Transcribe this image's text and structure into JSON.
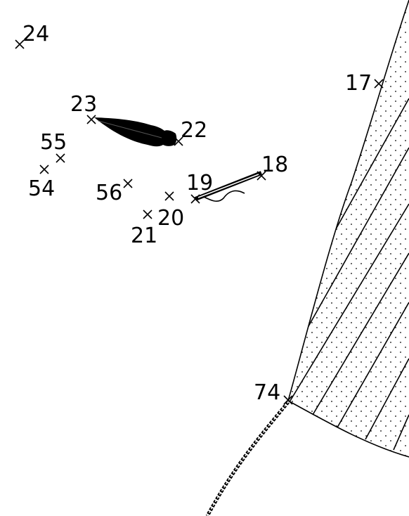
{
  "points": [
    {
      "id": "24",
      "label": "24"
    },
    {
      "id": "23",
      "label": "23"
    },
    {
      "id": "22",
      "label": "22"
    },
    {
      "id": "55",
      "label": "55"
    },
    {
      "id": "54",
      "label": "54"
    },
    {
      "id": "56",
      "label": "56"
    },
    {
      "id": "19",
      "label": "19"
    },
    {
      "id": "18",
      "label": "18"
    },
    {
      "id": "20",
      "label": "20"
    },
    {
      "id": "21",
      "label": "21"
    },
    {
      "id": "17",
      "label": "17"
    },
    {
      "id": "74",
      "label": "74"
    }
  ],
  "colors": {
    "ink": "#000000",
    "background": "#ffffff"
  }
}
